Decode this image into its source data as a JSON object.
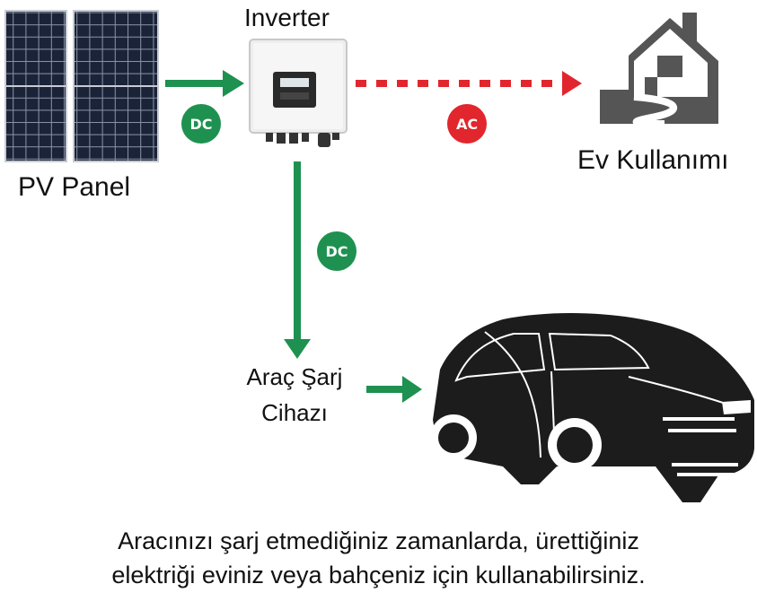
{
  "labels": {
    "pv_panel": "PV Panel",
    "inverter": "Inverter",
    "home_use": "Ev Kullanımı",
    "charger": "Araç Şarj Cihazı"
  },
  "badges": {
    "pv_to_inverter": "DC",
    "inverter_to_home": "AC",
    "inverter_to_charger": "DC"
  },
  "caption": {
    "line1": "Aracınızı şarj etmediğiniz zamanlarda, ürettiğiniz",
    "line2": "elektriği eviniz veya bahçeniz için kullanabilirsiniz."
  },
  "colors": {
    "dc": "#1e9150",
    "ac": "#e2262d",
    "panel": "#1b2338",
    "car": "#1c1c1c",
    "house": "#555555"
  }
}
